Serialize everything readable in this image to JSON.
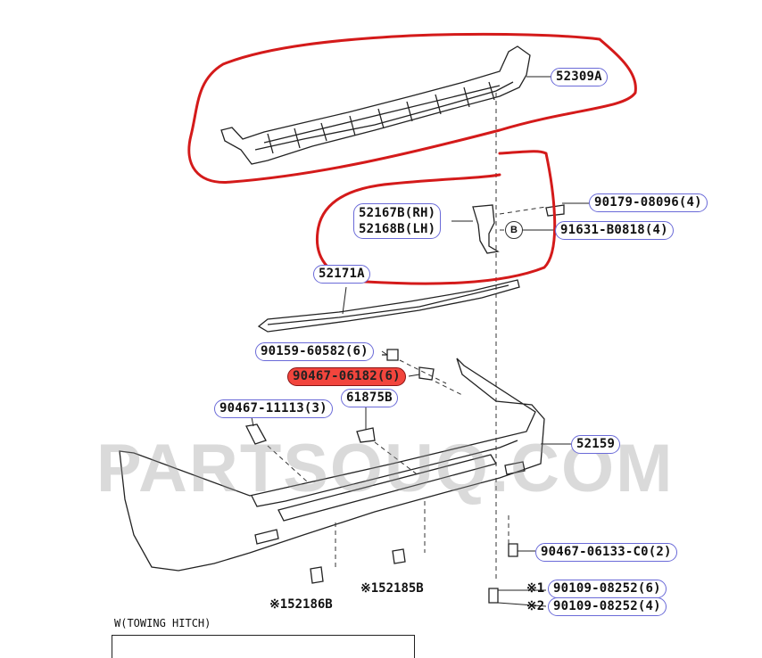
{
  "watermark": "PARTSOUQ.COM",
  "section_label": "W(TOWING HITCH)",
  "ref_symbol": "B",
  "highlight_color": "#f2453d",
  "annotation_color": "#d41a1a",
  "callouts": {
    "p52309a": "52309A",
    "p52167b": "52167B(RH)",
    "p52168b": "52168B(LH)",
    "p90179": "90179-08096(4)",
    "p91631": "91631-B0818(4)",
    "p52171a": "52171A",
    "p90159": "90159-60582(6)",
    "p90467_06182": "90467-06182(6)",
    "p61875b": "61875B",
    "p90467_11113": "90467-11113(3)",
    "p52159": "52159",
    "p90467_06133": "90467-06133-C0(2)",
    "p90109_a": "90109-08252(6)",
    "p90109_b": "90109-08252(4)"
  },
  "notes": {
    "n152185b": "※152185B",
    "n152186b": "※152186B",
    "mark1": "※1",
    "mark2": "※2"
  }
}
